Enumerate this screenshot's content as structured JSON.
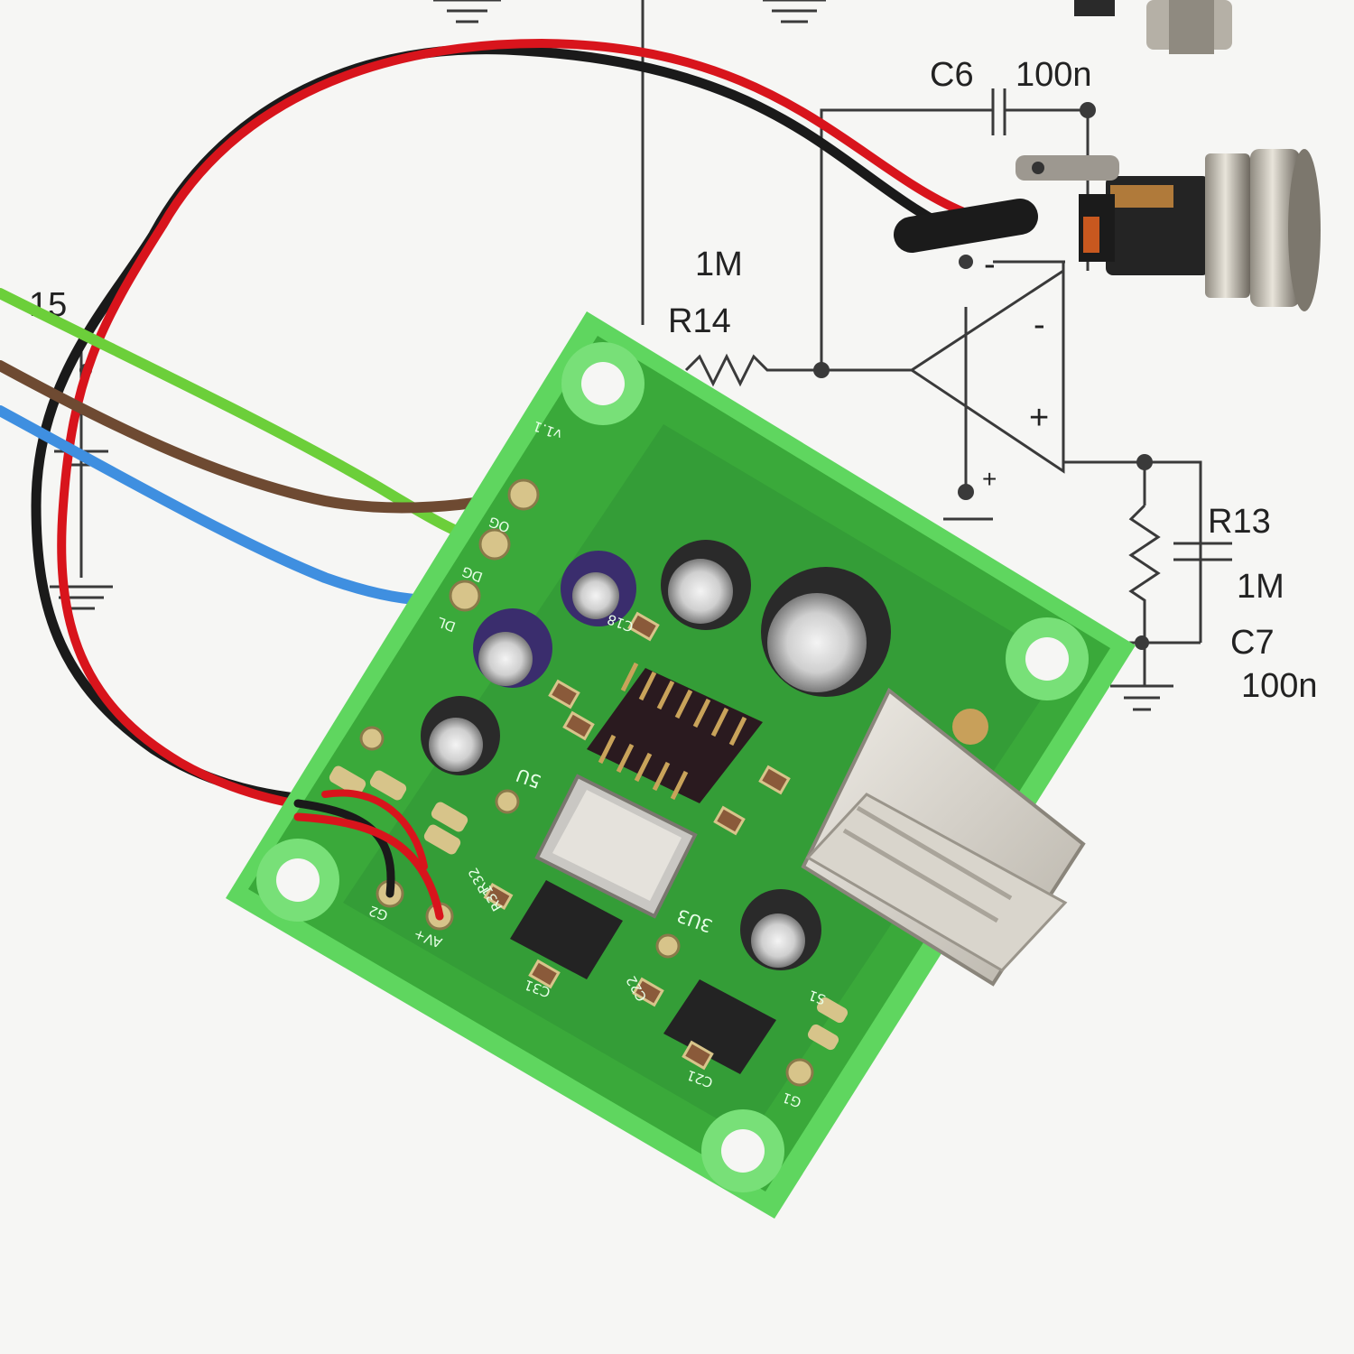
{
  "schematic": {
    "labels": [
      {
        "id": "c6",
        "text": "C6"
      },
      {
        "id": "c6v",
        "text": "100n"
      },
      {
        "id": "r14v",
        "text": "1M"
      },
      {
        "id": "r14",
        "text": "R14"
      },
      {
        "id": "r13",
        "text": "R13"
      },
      {
        "id": "r13v",
        "text": "1M"
      },
      {
        "id": "c7",
        "text": "C7"
      },
      {
        "id": "c7v",
        "text": "100n"
      },
      {
        "id": "minus1",
        "text": "-"
      },
      {
        "id": "minus2",
        "text": "-"
      },
      {
        "id": "plus1",
        "text": "+"
      },
      {
        "id": "plus2",
        "text": "+"
      },
      {
        "id": "edge15",
        "text": "15"
      }
    ]
  },
  "pcb": {
    "silkscreen": [
      {
        "id": "ver",
        "text": "v1.1"
      },
      {
        "id": "og",
        "text": "OG"
      },
      {
        "id": "dg",
        "text": "DG"
      },
      {
        "id": "dl",
        "text": "DL"
      },
      {
        "id": "g2",
        "text": "G2"
      },
      {
        "id": "avp",
        "text": "AV+"
      },
      {
        "id": "5u",
        "text": "5U"
      },
      {
        "id": "3u3",
        "text": "3U3"
      },
      {
        "id": "c31",
        "text": "C31"
      },
      {
        "id": "c21",
        "text": "C21"
      },
      {
        "id": "c22",
        "text": "C22"
      },
      {
        "id": "s1",
        "text": "S1"
      },
      {
        "id": "g1",
        "text": "G1"
      },
      {
        "id": "r32",
        "text": "R32"
      },
      {
        "id": "r31",
        "text": "R31"
      },
      {
        "id": "c18",
        "text": "C18"
      }
    ]
  },
  "colors": {
    "paper": "#f6f6f4",
    "board": "#3aa93a",
    "board_edge": "#5fd65f",
    "wire_red": "#d8141c",
    "wire_black": "#1a1a1a",
    "wire_green": "#6ccf3a",
    "wire_brown": "#6e4a32",
    "wire_blue": "#3f8fe0",
    "chip": "#2a1a1f",
    "metal": "#c9c7c3"
  }
}
